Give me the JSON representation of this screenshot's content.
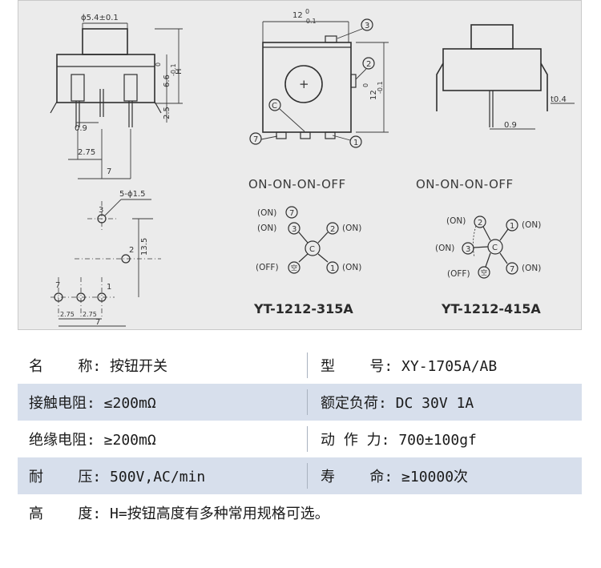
{
  "drawing": {
    "dims": {
      "phi54": "ϕ5.4±0.1",
      "h": "H",
      "d66": "6.6",
      "d66_tol_top": "0",
      "d66_tol_bot": "-0.1",
      "d25": "2.5",
      "d09_left": "0.9",
      "d275_left": "2.75",
      "d7_left": "7",
      "d12_top": "12",
      "d12_top_tol_top": "0",
      "d12_top_tol_bot": "-0.1",
      "d12_side": "12",
      "d12_side_tol_top": "0",
      "d12_side_tol_bot": "-0.1",
      "t04": "t0.4",
      "d09_right": "0.9",
      "holes": "5-ϕ1.5",
      "d135": "13.5",
      "d275_a": "2.75",
      "d275_b": "2.75",
      "d7_bottom": "7"
    },
    "pins": [
      "1",
      "2",
      "3",
      "7"
    ],
    "circled": {
      "c3": "3",
      "c2": "2",
      "cC": "C",
      "c7": "7",
      "c1": "1"
    },
    "plus": "+",
    "schem_a": {
      "mode": "ON-ON-ON-OFF",
      "model": "YT-1212-315A",
      "labels": {
        "on7": "(ON)",
        "on3": "(ON)",
        "on2": "(ON)",
        "off": "(OFF)",
        "on1": "(ON)"
      },
      "nodes": {
        "n7": "7",
        "n3": "3",
        "n2": "2",
        "nC": "C",
        "nKong": "空",
        "n1": "1"
      }
    },
    "schem_b": {
      "mode": "ON-ON-ON-OFF",
      "model": "YT-1212-415A",
      "labels": {
        "on2": "(ON)",
        "on1": "(ON)",
        "on3": "(ON)",
        "on7": "(ON)",
        "off": "(OFF)"
      },
      "nodes": {
        "n2": "2",
        "n1": "1",
        "n3": "3",
        "nC": "C",
        "nKong": "空",
        "n7": "7"
      }
    }
  },
  "specs": {
    "r1": {
      "left": "名    称: 按钮开关",
      "right": "型    号: XY-1705A/AB"
    },
    "r2": {
      "left": "接触电阻: ≤200mΩ",
      "right": "额定负荷: DC 30V 1A"
    },
    "r3": {
      "left": "绝缘电阻: ≥200mΩ",
      "right": "动 作 力: 700±100gf"
    },
    "r4": {
      "left": "耐    压: 500V,AC/min",
      "right": "寿    命: ≥10000次"
    },
    "r5": {
      "left": "高    度: H=按钮高度有多种常用规格可选。"
    }
  },
  "colors": {
    "background": "#ffffff",
    "drawing_bg": "#ebebeb",
    "row_shade": "#d7dfec",
    "line": "#2f2f2f"
  }
}
